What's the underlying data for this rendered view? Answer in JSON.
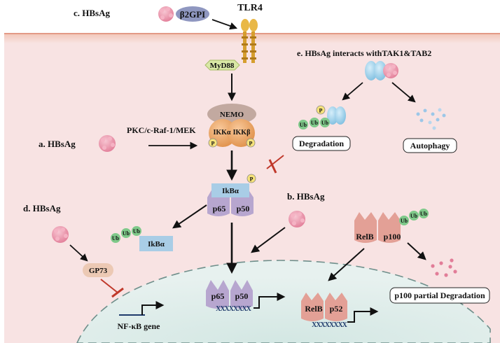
{
  "extracellular": {
    "c_label": "c. HBsAg",
    "b2gpi": "β2GPI",
    "tlr4": "TLR4"
  },
  "cytoplasm": {
    "myd88": "MyD88",
    "nemo": "NEMO",
    "ikka": "IKKα",
    "ikkb": "IKKβ",
    "p": "P",
    "ikba": "IkBα",
    "p65": "p65",
    "p50": "p50",
    "ub": "Ub"
  },
  "pathway_a": {
    "label": "a. HBsAg",
    "route": "PKC/c-Raf-1/MEK"
  },
  "pathway_b": {
    "label": "b. HBsAg"
  },
  "pathway_d": {
    "label": "d. HBsAg",
    "gp73": "GP73"
  },
  "pathway_e": {
    "label": "e. HBsAg interacts withTAK1&TAB2",
    "degradation": "Degradation",
    "autophagy": "Autophagy"
  },
  "noncanonical": {
    "relb": "RelB",
    "p100": "p100",
    "p52": "p52",
    "p100_degradation": "p100 partial Degradation"
  },
  "nucleus": {
    "gene": "NF-κB gene",
    "dna": "XXXXXXXX"
  },
  "colors": {
    "membrane": "#e8a894",
    "cytoplasm_bg": "#f8e3e3",
    "nucleus_bg": "#e0eeec",
    "hbsag": "#e99aad",
    "ikk": "#f0ad6a",
    "nfkb": "#b7a6cf",
    "relb": "#e3a096",
    "ub": "#7fc98a",
    "phospho": "#f6e27a",
    "inhibit": "#c0392b"
  }
}
